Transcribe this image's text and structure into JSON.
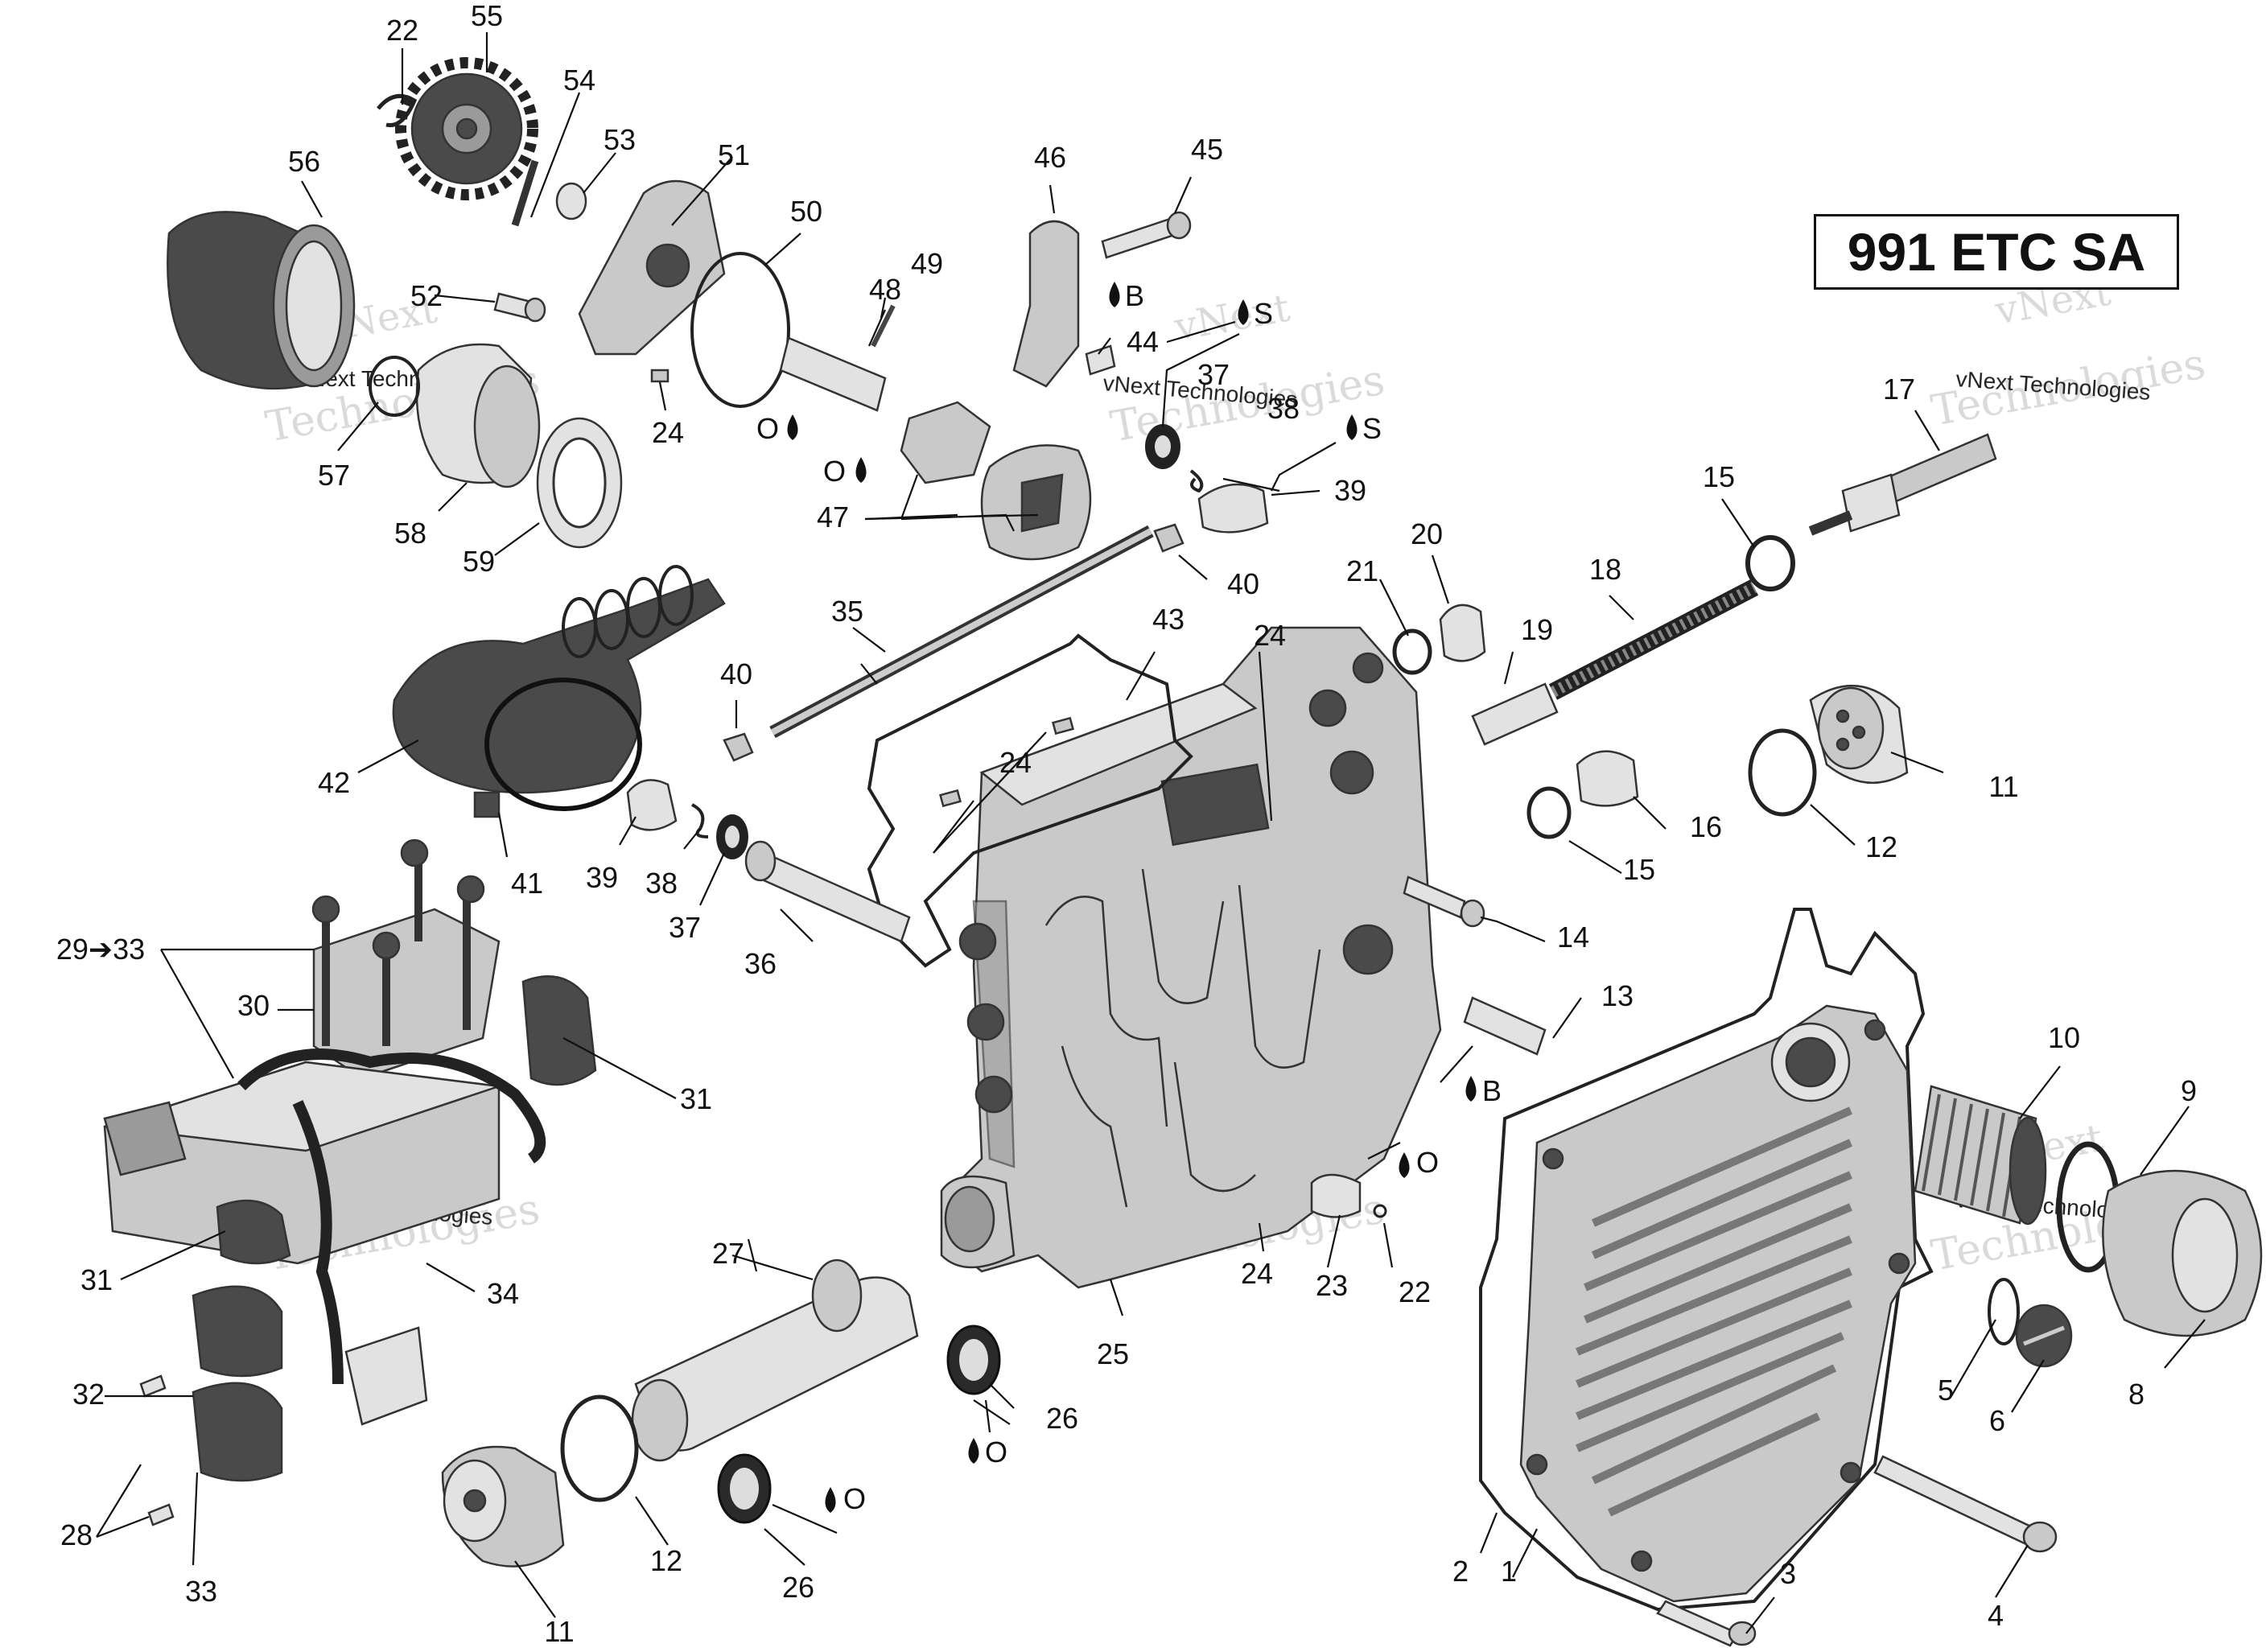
{
  "diagram_code": "991 ETC SA",
  "watermark": {
    "line1": "vNext",
    "line2": "vNext Technologies",
    "line3": "Technologies"
  },
  "lubricant_labels": {
    "oil": "O",
    "bearing": "B",
    "sealant": "S"
  },
  "callouts": {
    "c1": "1",
    "c2": "2",
    "c3": "3",
    "c4": "4",
    "c5": "5",
    "c6": "6",
    "c7": "8",
    "c8": "9",
    "c9": "10",
    "c10": "11",
    "c11": "11",
    "c12": "12",
    "c13": "12",
    "c14": "13",
    "c15": "14",
    "c16": "15",
    "c17": "15",
    "c18": "16",
    "c19": "17",
    "c20": "18",
    "c21": "19",
    "c22": "20",
    "c23": "21",
    "c24": "22",
    "c25": "22",
    "c26": "23",
    "c27": "24",
    "c28": "24",
    "c29": "24",
    "c30": "24",
    "c31": "25",
    "c32": "26",
    "c33": "26",
    "c34": "27",
    "c35": "28",
    "c36": "29➔33",
    "c37": "30",
    "c38": "31",
    "c39": "31",
    "c40": "32",
    "c41": "33",
    "c42": "34",
    "c43": "35",
    "c44": "36",
    "c45": "37",
    "c46": "37",
    "c47": "38",
    "c48": "38",
    "c49": "39",
    "c50": "39",
    "c51": "40",
    "c52": "40",
    "c53": "41",
    "c54": "42",
    "c55": "43",
    "c56": "44",
    "c57": "45",
    "c58": "46",
    "c59": "47",
    "c60": "48",
    "c61": "49",
    "c62": "50",
    "c63": "51",
    "c64": "52",
    "c65": "53",
    "c66": "54",
    "c67": "55",
    "c68": "56",
    "c69": "57",
    "c70": "58",
    "c71": "59",
    "c72": "24"
  }
}
